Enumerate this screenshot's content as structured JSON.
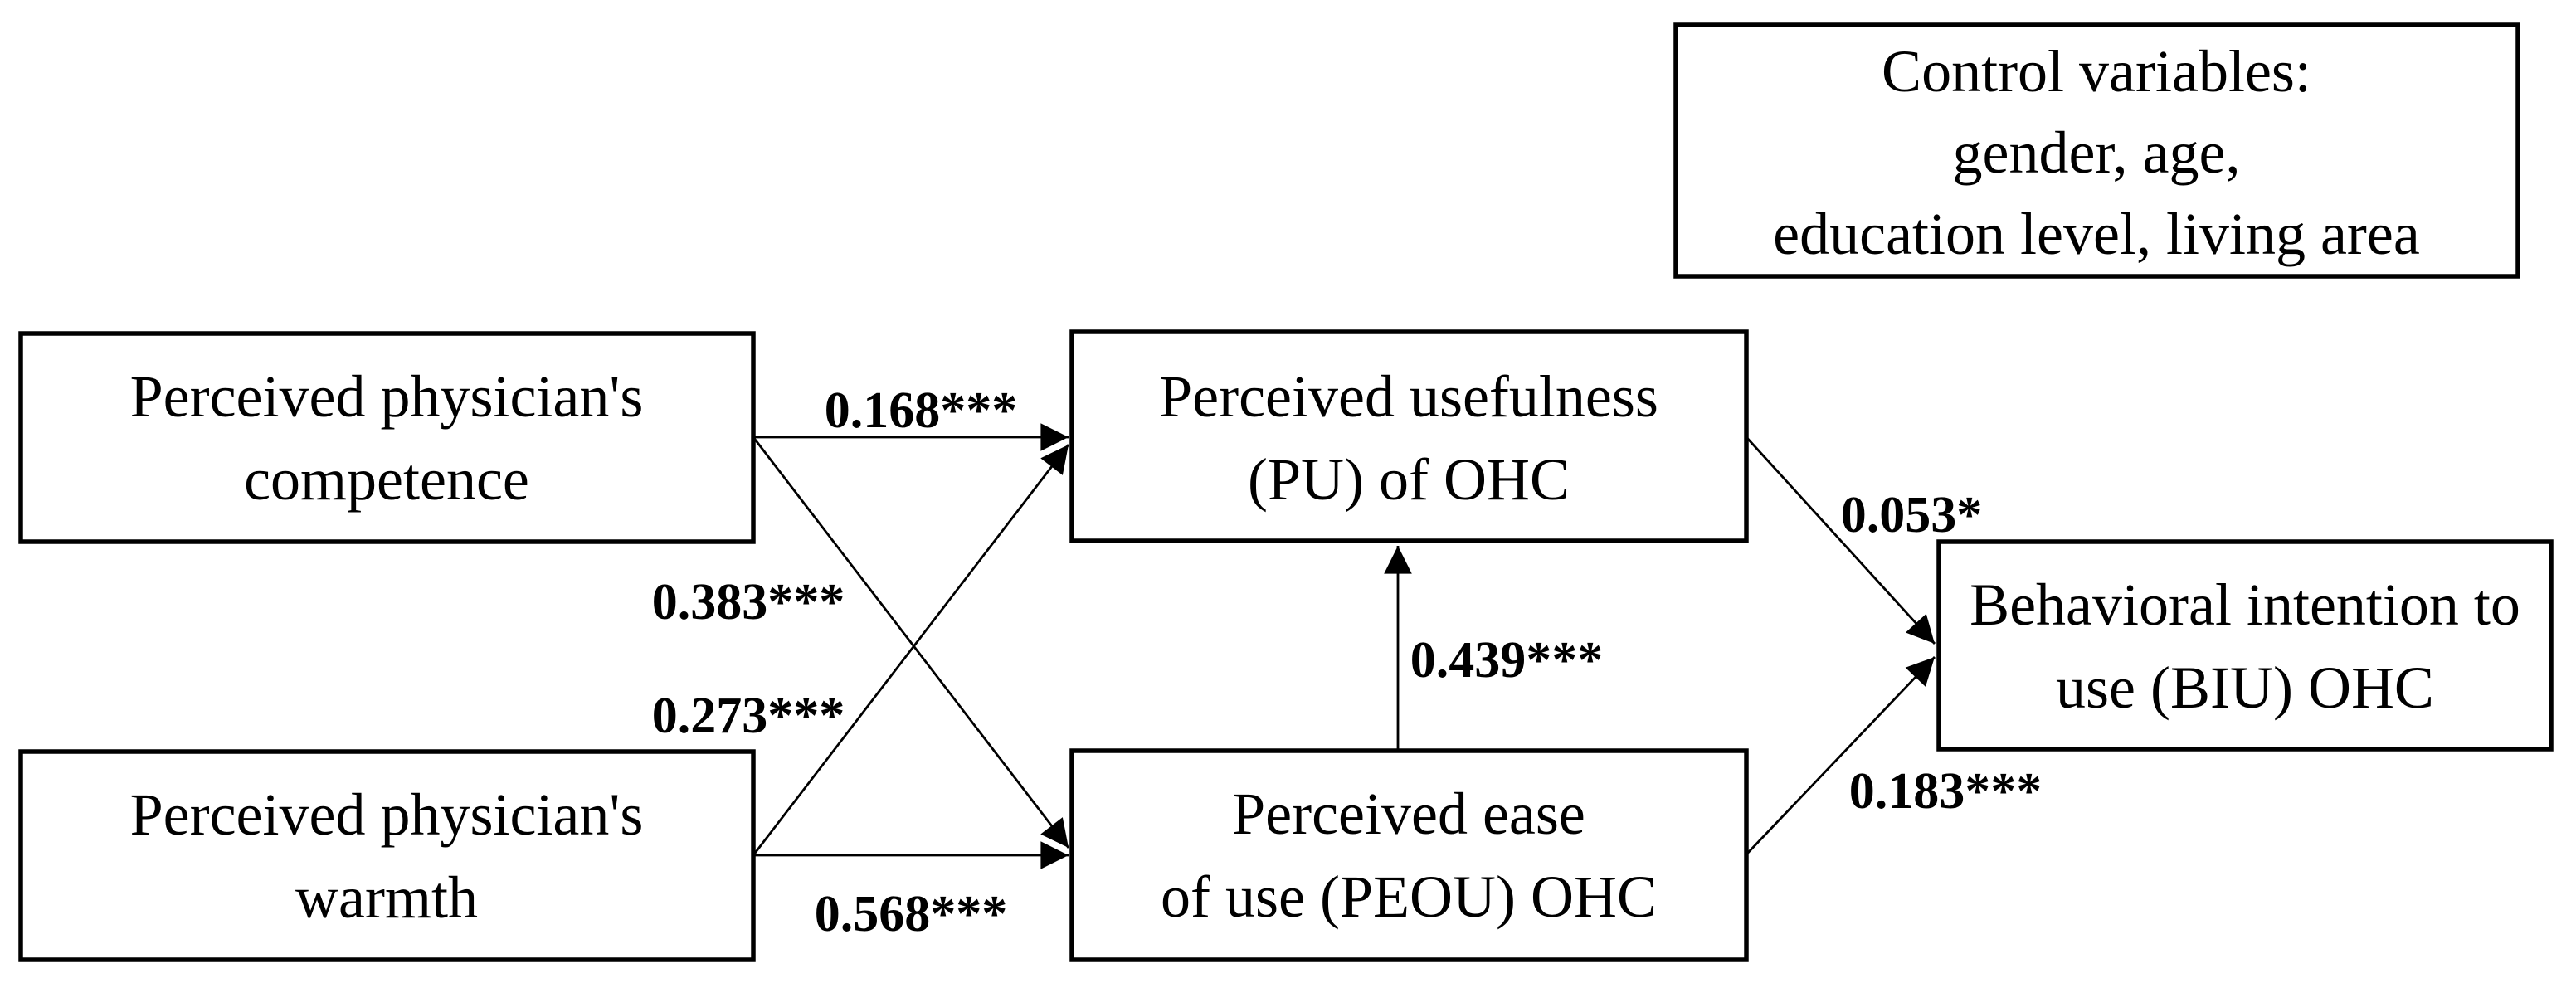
{
  "diagram": {
    "type": "structural-equation-model-path-diagram",
    "colors": {
      "background": "#ffffff",
      "box_fill": "#ffffff",
      "box_border": "#000000",
      "text": "#000000",
      "arrow": "#000000"
    },
    "boxes": {
      "competence": {
        "lines": [
          "Perceived physician's",
          "competence"
        ]
      },
      "warmth": {
        "lines": [
          "Perceived physician's",
          "warmth"
        ]
      },
      "pu": {
        "lines": [
          "Perceived usefulness",
          "(PU) of OHC"
        ]
      },
      "peou": {
        "lines": [
          "Perceived ease",
          "of use (PEOU) OHC"
        ]
      },
      "biu": {
        "lines": [
          "Behavioral intention to",
          "use (BIU) OHC"
        ]
      },
      "control": {
        "lines": [
          "Control variables:",
          "gender, age,",
          "education level, living area"
        ]
      }
    },
    "paths": {
      "competence_pu": {
        "from": "competence",
        "to": "pu",
        "coefficient": 0.168,
        "significance": "***",
        "label": "0.168***"
      },
      "competence_peou": {
        "from": "competence",
        "to": "peou",
        "coefficient": 0.383,
        "significance": "***",
        "label": "0.383***"
      },
      "warmth_pu": {
        "from": "warmth",
        "to": "pu",
        "coefficient": 0.273,
        "significance": "***",
        "label": "0.273***"
      },
      "warmth_peou": {
        "from": "warmth",
        "to": "peou",
        "coefficient": 0.568,
        "significance": "***",
        "label": "0.568***"
      },
      "peou_pu": {
        "from": "peou",
        "to": "pu",
        "coefficient": 0.439,
        "significance": "***",
        "label": "0.439***"
      },
      "pu_biu": {
        "from": "pu",
        "to": "biu",
        "coefficient": 0.053,
        "significance": "*",
        "label": "0.053*"
      },
      "peou_biu": {
        "from": "peou",
        "to": "biu",
        "coefficient": 0.183,
        "significance": "***",
        "label": "0.183***"
      }
    }
  }
}
